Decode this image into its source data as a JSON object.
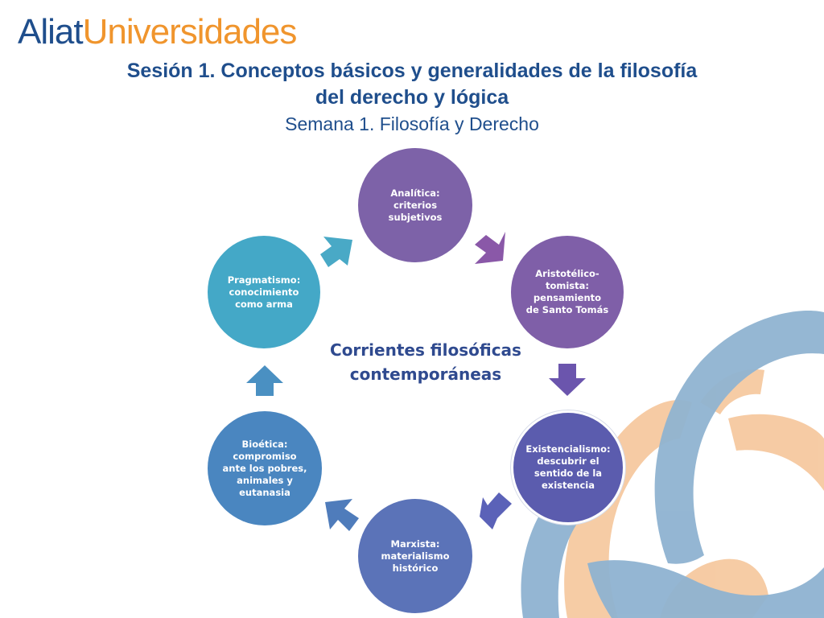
{
  "logo": {
    "part1": "Aliat",
    "part2": "Universidades"
  },
  "header": {
    "title": "Sesión 1. Conceptos básicos y generalidades de la filosofía\ndel derecho y lógica",
    "subtitle": "Semana 1. Filosofía y Derecho"
  },
  "diagram": {
    "center": "Corrientes filosóficas\ncontemporáneas",
    "nodes": [
      {
        "label": "Analítica:\ncriterios\nsubjetivos",
        "color": "#7d62a8"
      },
      {
        "label": "Aristotélico-\ntomista:\npensamiento\nde Santo Tomás",
        "color": "#7f5fa8"
      },
      {
        "label": "Existencialismo:\ndescubrir el\nsentido de la\nexistencia",
        "color": "#5b5cae"
      },
      {
        "label": "Marxista:\nmaterialismo\nhistórico",
        "color": "#5b73b8"
      },
      {
        "label": "Bioética:\ncompromiso\nante los pobres,\nanimales y\neutanasia",
        "color": "#4a86c0"
      },
      {
        "label": "Pragmatismo:\nconocimiento\ncomo arma",
        "color": "#44a8c7"
      }
    ],
    "arrow_colors": [
      "#8a58a8",
      "#6b55ad",
      "#5b62b8",
      "#4f7cbb",
      "#4a90c2",
      "#49a9c6"
    ]
  },
  "colors": {
    "brand_blue": "#1f4e8c",
    "brand_orange": "#f0952d",
    "deco_blue": "#8fb3d1",
    "deco_orange": "#f6c9a0"
  }
}
